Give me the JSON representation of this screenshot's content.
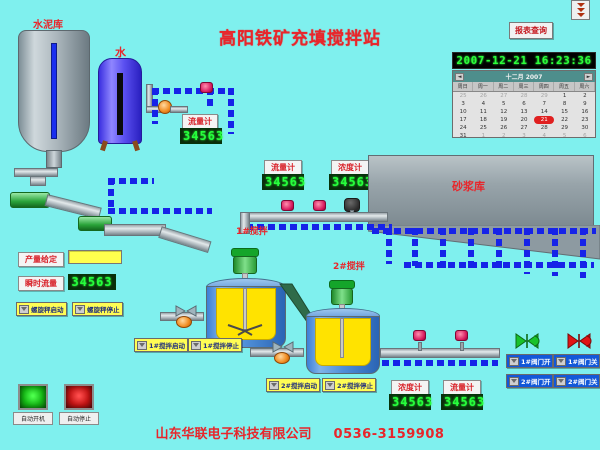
{
  "app": {
    "title": "高阳铁矿充填搅拌站",
    "footer_company": "山东华联电子科技有限公司",
    "footer_phone": "0536-3159908",
    "bg_color": "#7ff0ee",
    "title_color": "#e8262b"
  },
  "header": {
    "report_button": "报表查询",
    "scroll_icon": "double-chevron-down-icon"
  },
  "datetime": {
    "display": "2007-12-21 16:23:36"
  },
  "calendar": {
    "month_label": "十二月",
    "year_label": "2007",
    "prev_arrow": "◄",
    "next_arrow": "►",
    "dow": [
      "周日",
      "周一",
      "周二",
      "周三",
      "周四",
      "周五",
      "周六"
    ],
    "weeks": [
      [
        {
          "d": "25",
          "dim": true
        },
        {
          "d": "26",
          "dim": true
        },
        {
          "d": "27",
          "dim": true
        },
        {
          "d": "28",
          "dim": true
        },
        {
          "d": "29",
          "dim": true
        },
        {
          "d": "1",
          "dim": false
        },
        {
          "d": "2",
          "dim": false
        }
      ],
      [
        {
          "d": "3",
          "dim": false
        },
        {
          "d": "4",
          "dim": false
        },
        {
          "d": "5",
          "dim": false
        },
        {
          "d": "6",
          "dim": false
        },
        {
          "d": "7",
          "dim": false
        },
        {
          "d": "8",
          "dim": false
        },
        {
          "d": "9",
          "dim": false
        }
      ],
      [
        {
          "d": "10",
          "dim": false
        },
        {
          "d": "11",
          "dim": false
        },
        {
          "d": "12",
          "dim": false
        },
        {
          "d": "13",
          "dim": false
        },
        {
          "d": "14",
          "dim": false
        },
        {
          "d": "15",
          "dim": false
        },
        {
          "d": "16",
          "dim": false
        }
      ],
      [
        {
          "d": "17",
          "dim": false
        },
        {
          "d": "18",
          "dim": false
        },
        {
          "d": "19",
          "dim": false
        },
        {
          "d": "20",
          "dim": false
        },
        {
          "d": "21",
          "dim": false,
          "today": true
        },
        {
          "d": "22",
          "dim": false
        },
        {
          "d": "23",
          "dim": false
        }
      ],
      [
        {
          "d": "24",
          "dim": false
        },
        {
          "d": "25",
          "dim": false
        },
        {
          "d": "26",
          "dim": false
        },
        {
          "d": "27",
          "dim": false
        },
        {
          "d": "28",
          "dim": false
        },
        {
          "d": "29",
          "dim": false
        },
        {
          "d": "30",
          "dim": false
        }
      ],
      [
        {
          "d": "31",
          "dim": false
        },
        {
          "d": "1",
          "dim": true
        },
        {
          "d": "2",
          "dim": true
        },
        {
          "d": "3",
          "dim": true
        },
        {
          "d": "4",
          "dim": true
        },
        {
          "d": "5",
          "dim": true
        },
        {
          "d": "6",
          "dim": true
        }
      ]
    ]
  },
  "vessels": {
    "cement_silo_label": "水泥库",
    "water_tank_label": "水",
    "slurry_store_label": "砂浆库",
    "mixer1_label": "1#搅拌",
    "mixer2_label": "2#搅拌"
  },
  "meters": {
    "water_flow": {
      "caption": "流量计",
      "value": "34563"
    },
    "mid_flow": {
      "caption": "流量计",
      "value": "34563"
    },
    "mid_density": {
      "caption": "浓度计",
      "value": "34563"
    },
    "out_density": {
      "caption": "浓度计",
      "value": "34563"
    },
    "out_flow": {
      "caption": "流量计",
      "value": "34563"
    }
  },
  "control_panel": {
    "setpoint_caption": "产量给定",
    "setpoint_value": "",
    "flow_caption": "瞬时流量",
    "flow_value": "34563",
    "screw_start": "螺旋秤启动",
    "screw_stop": "螺旋秤停止"
  },
  "mixer_buttons": {
    "m1_start": "1#搅拌启动",
    "m1_stop": "1#搅拌停止",
    "m2_start": "2#搅拌启动",
    "m2_stop": "2#搅拌停止"
  },
  "valve_buttons": {
    "v1_open": "1#阀门开",
    "v1_close": "1#阀门关",
    "v2_open": "2#阀门开",
    "v2_close": "2#阀门关",
    "valve1_state_color": "#18c22a",
    "valve2_state_color": "#e01414"
  },
  "status_lamps": {
    "auto_start_label": "自动开机",
    "auto_stop_label": "自动停止",
    "auto_start_color": "#14b514",
    "auto_stop_color": "#c21414"
  }
}
